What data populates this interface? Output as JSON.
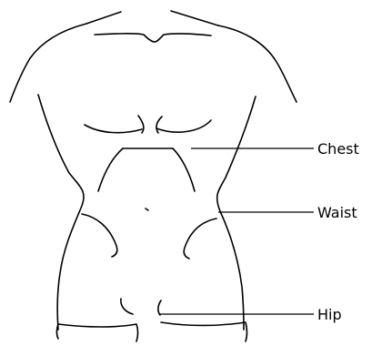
{
  "labels": {
    "chest": "Chest",
    "waist": "Waist",
    "hip": "Hip"
  },
  "colors": {
    "line": "#000000",
    "background": "#ffffff"
  }
}
